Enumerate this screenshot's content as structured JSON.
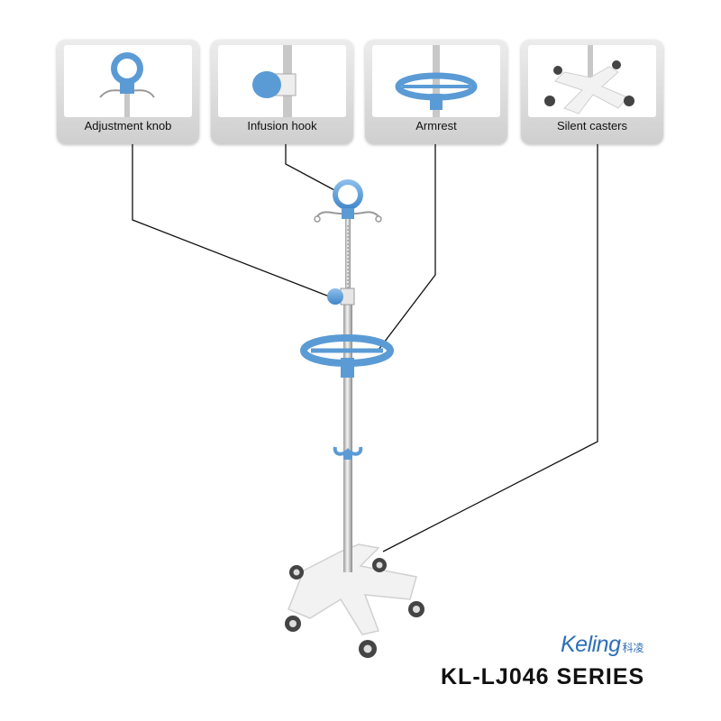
{
  "cards": [
    {
      "label": "Adjustment knob"
    },
    {
      "label": "Infusion hook"
    },
    {
      "label": "Armrest"
    },
    {
      "label": "Silent casters"
    }
  ],
  "brand": {
    "name": "Keling",
    "chinese": "科凌"
  },
  "series": "KL-LJ046 SERIES",
  "colors": {
    "accent_blue": "#5b9bd5",
    "steel": "#c8c8c8",
    "base_white": "#f2f2f2",
    "brand_blue": "#2f6fb6"
  }
}
